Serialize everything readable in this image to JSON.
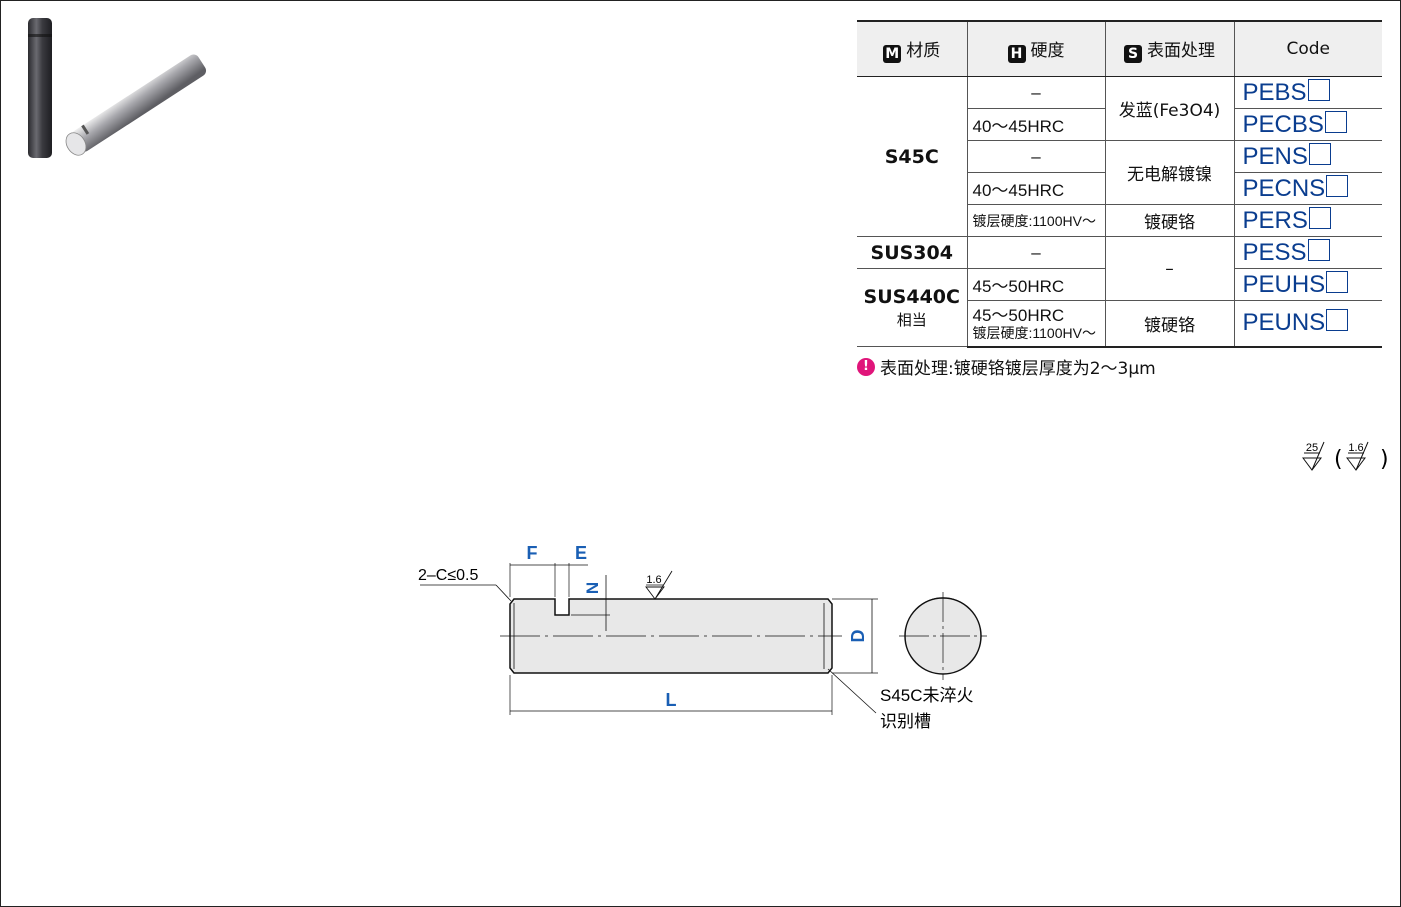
{
  "table": {
    "headers": [
      {
        "icon": "M",
        "label": "材质"
      },
      {
        "icon": "H",
        "label": "硬度"
      },
      {
        "icon": "S",
        "label": "表面处理"
      },
      {
        "icon": "",
        "label": "Code"
      }
    ],
    "materials": {
      "s45c": "S45C",
      "sus304": "SUS304",
      "sus440c": "SUS440C",
      "sus440c_suffix": "相当"
    },
    "hardness": {
      "dash": "–",
      "h40_45": "40～45HRC",
      "plating": "镀层硬度:1100HV～",
      "h45_50": "45～50HRC"
    },
    "surface": {
      "black_oxide": "发蓝(Fe3O4)",
      "nickel": "无电解镀镍",
      "chrome": "镀硬铬",
      "none": "–"
    },
    "codes": [
      "PEBS",
      "PECBS",
      "PENS",
      "PECNS",
      "PERS",
      "PESS",
      "PEUHS",
      "PEUNS"
    ]
  },
  "note": {
    "icon": "!",
    "text": "表面处理:镀硬铬镀层厚度为2～3μm"
  },
  "roughness": {
    "general": "25",
    "specified": "1.6"
  },
  "drawing": {
    "chamfer": "2–C≤0.5",
    "dim_f": "F",
    "dim_e": "E",
    "dim_n": "N",
    "dim_d": "D",
    "dim_l": "L",
    "surface_mark": "1.6",
    "groove_note_1": "S45C未淬火",
    "groove_note_2": "识别槽"
  },
  "colors": {
    "code_blue": "#0a3d8f",
    "dim_blue": "#1a5fb4",
    "warn_pink": "#e0157a"
  }
}
